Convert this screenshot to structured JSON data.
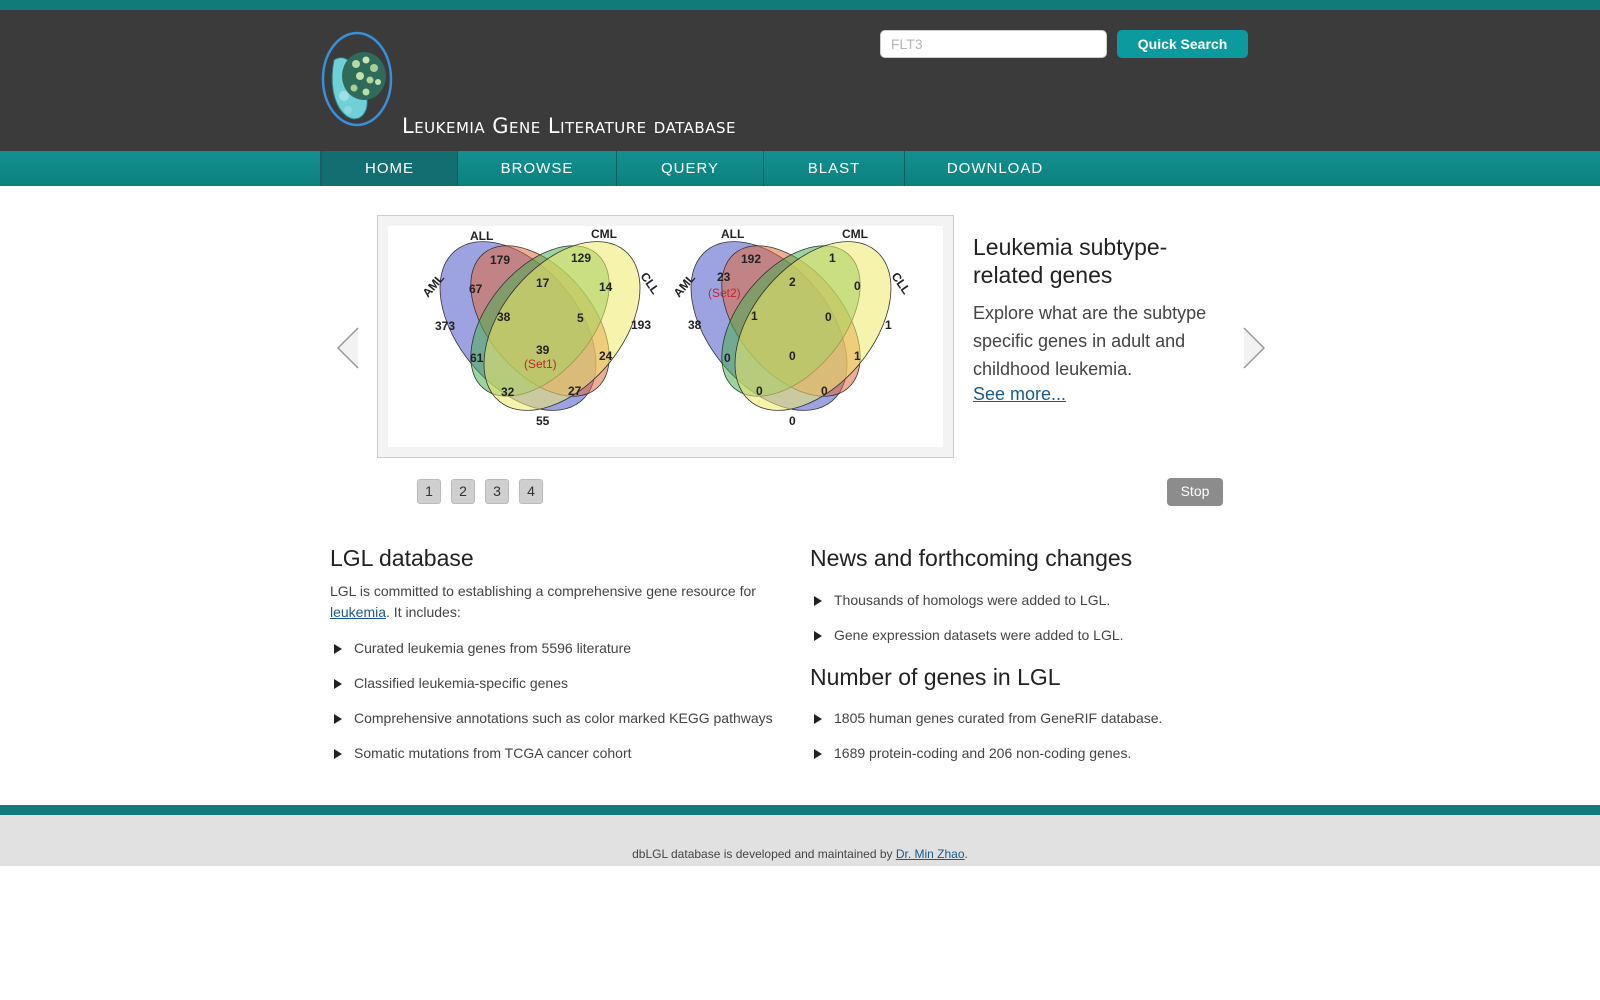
{
  "search": {
    "placeholder": "FLT3",
    "button_label": "Quick Search"
  },
  "site": {
    "title": "Leukemia Gene Literature database"
  },
  "nav": [
    {
      "label": "HOME"
    },
    {
      "label": "BROWSE"
    },
    {
      "label": "QUERY"
    },
    {
      "label": "BLAST"
    },
    {
      "label": "DOWNLOAD"
    }
  ],
  "carousel": {
    "slide_title": "Leukemia subtype-related genes",
    "slide_text": "Explore what are the subtype specific genes in adult and childhood leukemia.",
    "see_more": "See more...",
    "pages": [
      "1",
      "2",
      "3",
      "4"
    ],
    "stop_label": "Stop",
    "venn1": {
      "labels": {
        "all": "ALL",
        "cml": "CML",
        "aml": "AML",
        "cll": "CLL"
      },
      "regions": [
        "179",
        "129",
        "67",
        "17",
        "14",
        "373",
        "38",
        "5",
        "193",
        "39",
        "(Set1)",
        "61",
        "24",
        "32",
        "27",
        "55"
      ]
    },
    "venn2": {
      "labels": {
        "all": "ALL",
        "cml": "CML",
        "aml": "AML",
        "cll": "CLL"
      },
      "regions": [
        "192",
        "1",
        "23",
        "(Set2)",
        "2",
        "0",
        "38",
        "1",
        "0",
        "1",
        "0",
        "0",
        "1",
        "0",
        "0",
        "0"
      ]
    }
  },
  "lgl": {
    "title": "LGL database",
    "intro_pre": "LGL is committed to establishing a comprehensive gene resource for",
    "intro_link": "leukemia",
    "intro_post": ". It includes:",
    "items": [
      "Curated leukemia genes from 5596 literature",
      "Classified leukemia-specific genes",
      "Comprehensive annotations such as color marked KEGG pathways",
      "Somatic mutations from TCGA cancer cohort"
    ]
  },
  "news": {
    "title": "News and forthcoming changes",
    "items": [
      "Thousands of homologs were added to LGL.",
      "Gene expression datasets were added to LGL."
    ]
  },
  "numbers": {
    "title": "Number of genes in LGL",
    "items": [
      "1805 human genes curated from GeneRIF database.",
      "1689 protein-coding and 206 non-coding genes."
    ]
  },
  "footer": {
    "text_pre": "dbLGL database is developed and maintained by ",
    "link": "Dr. Min Zhao",
    "text_post": "."
  }
}
